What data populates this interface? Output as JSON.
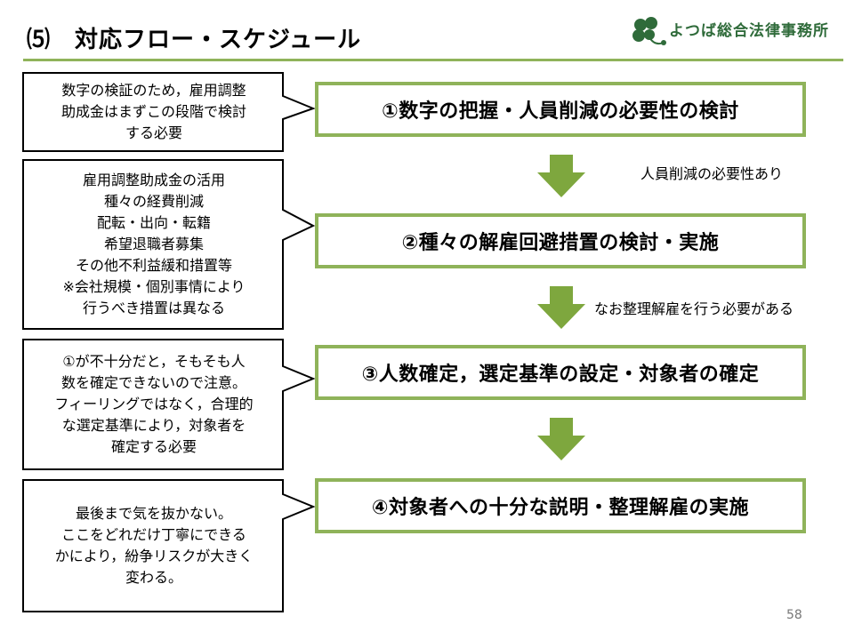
{
  "header": {
    "title": "⑸　対応フロー・スケジュール",
    "logo_text": "よつば総合法律事務所",
    "accent_color": "#8fb35a",
    "logo_color": "#2f6b3a",
    "logo_icon": "clover-icon"
  },
  "notes": [
    {
      "lines": [
        "数字の検証のため，雇用調整",
        "助成金はまずこの段階で検討",
        "する必要"
      ]
    },
    {
      "lines": [
        "雇用調整助成金の活用",
        "種々の経費削減",
        "配転・出向・転籍",
        "希望退職者募集",
        "その他不利益緩和措置等",
        "※会社規模・個別事情により",
        "行うべき措置は異なる"
      ]
    },
    {
      "lines": [
        "①が不十分だと，そもそも人",
        "数を確定できないので注意。",
        "フィーリングではなく，合理的",
        "な選定基準により，対象者を",
        "確定する必要"
      ]
    },
    {
      "lines": [
        "最後まで気を抜かない。",
        "ここをどれだけ丁寧にできる",
        "かにより，紛争リスクが大きく",
        "変わる。"
      ]
    }
  ],
  "steps": [
    {
      "label": "①数字の把握・人員削減の必要性の検討"
    },
    {
      "label": "②種々の解雇回避措置の検討・実施"
    },
    {
      "label": "③人数確定，選定基準の設定・対象者の確定"
    },
    {
      "label": "④対象者への十分な説明・整理解雇の実施"
    }
  ],
  "conditions": [
    {
      "label": "人員削減の必要性あり"
    },
    {
      "label": "なお整理解雇を行う必要がある"
    },
    {
      "label": ""
    }
  ],
  "page_number": "58"
}
